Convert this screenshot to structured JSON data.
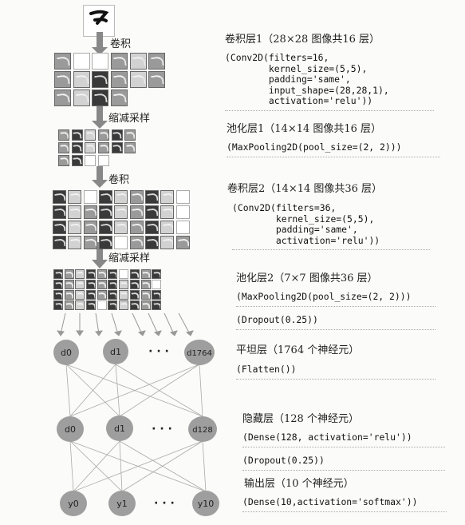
{
  "steps": {
    "conv1": "卷积",
    "pool1": "缩减采样",
    "conv2": "卷积",
    "pool2": "缩减采样"
  },
  "sections": [
    {
      "title": "卷积层1（28×28 图像共16 层）",
      "code": "(Conv2D(filters=16,\n        kernel_size=(5,5),\n        padding='same',\n        input_shape=(28,28,1),\n        activation='relu'))"
    },
    {
      "title": "池化层1（14×14 图像共16 层）",
      "code": "(MaxPooling2D(pool_size=(2, 2)))"
    },
    {
      "title": "卷积层2（14×14 图像共36 层）",
      "code": "(Conv2D(filters=36,\n        kernel_size=(5,5),\n        padding='same',\n        activation='relu'))"
    },
    {
      "title": "池化层2（7×7 图像共36 层）",
      "code": "(MaxPooling2D(pool_size=(2, 2)))"
    },
    {
      "title": "",
      "code": "(Dropout(0.25))"
    },
    {
      "title": "平坦层（1764 个神经元）",
      "code": "(Flatten())"
    },
    {
      "title": "隐藏层（128 个神经元）",
      "code": "(Dense(128, activation='relu'))"
    },
    {
      "title": "",
      "code": "(Dropout(0.25))"
    },
    {
      "title": "输出层（10 个神经元）",
      "code": "(Dense(10,activation='softmax'))"
    }
  ],
  "nodes": {
    "layer1": [
      "d0",
      "d1",
      "d1764"
    ],
    "layer2": [
      "d0",
      "d1",
      "d128"
    ],
    "layer3": [
      "y0",
      "y1",
      "y10"
    ],
    "ellipsis": "· · ·"
  }
}
